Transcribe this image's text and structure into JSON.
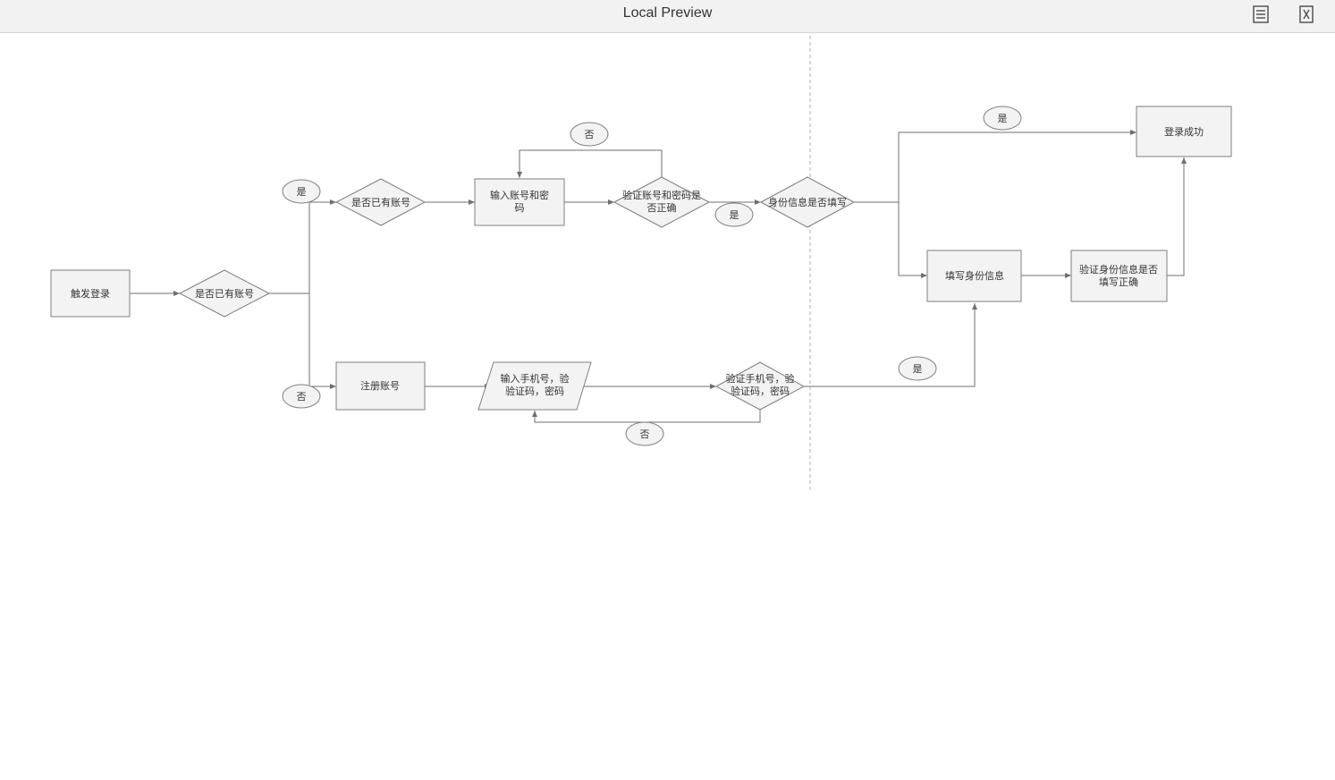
{
  "window": {
    "title": "Local Preview"
  },
  "toolbar": {
    "icons": [
      "document-list-icon",
      "close-variables-icon"
    ]
  },
  "flowchart": {
    "nodes": {
      "start": "触发登录",
      "has_account_1": "是否已有账号",
      "has_account_2": "是否已有账号",
      "input_account": [
        "输入账号和密",
        "码"
      ],
      "verify_account": [
        "验证账号和密码是",
        "否正确"
      ],
      "identity_filled": "身份信息是否填写",
      "login_success": "登录成功",
      "fill_identity": "填写身份信息",
      "verify_identity": [
        "验证身份信息是否",
        "填写正确"
      ],
      "register": "注册账号",
      "input_phone": [
        "输入手机号，验",
        "验证码，密码"
      ],
      "verify_phone": [
        "验证手机号，验",
        "验证码，密码"
      ]
    },
    "labels": {
      "yes_top": "是",
      "no_bottom": "否",
      "no_loop_top": "否",
      "yes_verify": "是",
      "yes_success": "是",
      "yes_phone": "是",
      "no_loop_bottom": "否"
    }
  }
}
